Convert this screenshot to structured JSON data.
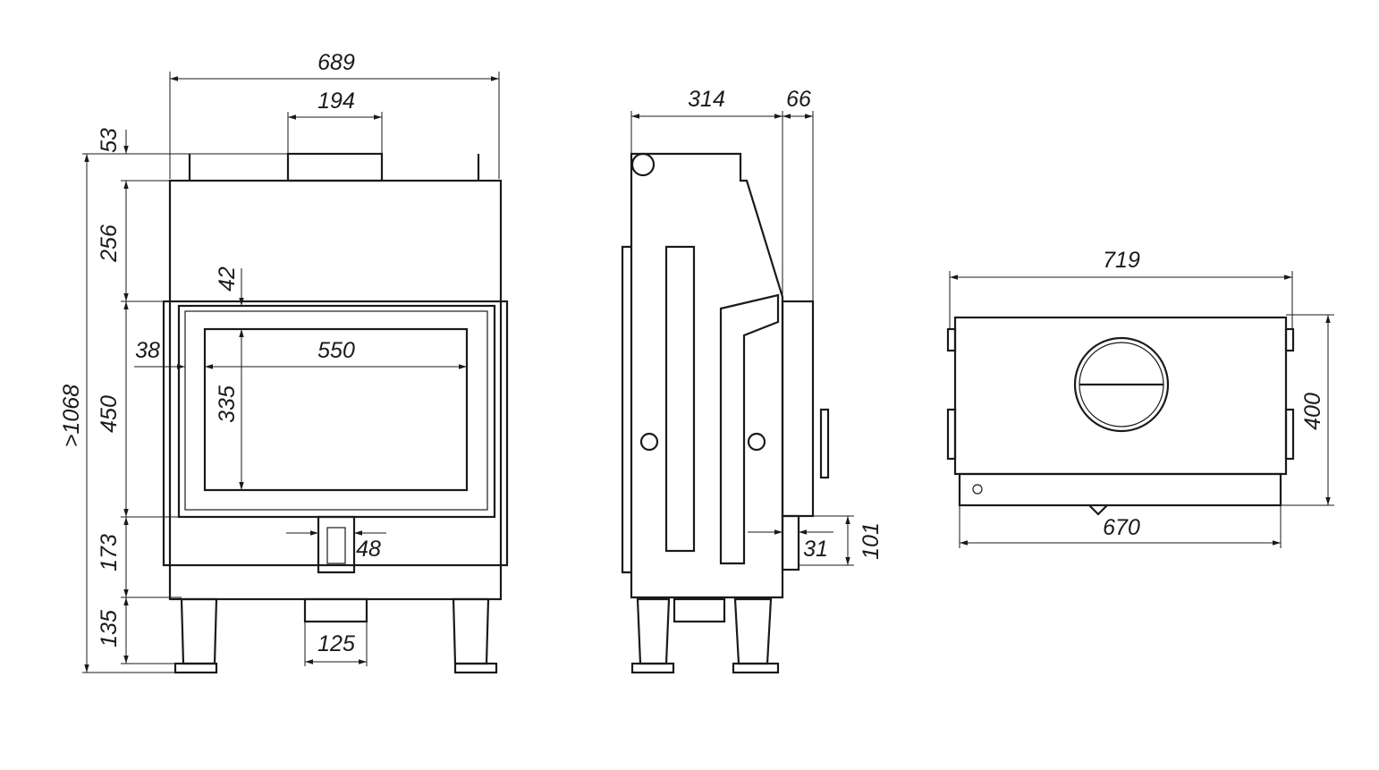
{
  "front_view": {
    "width_total": "689",
    "collar_width": "194",
    "top_offset": "53",
    "upper_height": "256",
    "frame_top": "42",
    "frame_side": "38",
    "glass_width": "550",
    "glass_height": "335",
    "total_height": ">1068",
    "door_height": "450",
    "lower_height": "173",
    "air_inlet": "48",
    "leg_height": "135",
    "bottom_outlet": "125"
  },
  "side_view": {
    "depth": "314",
    "door_depth": "66",
    "handle_offset": "31",
    "handle_height": "101"
  },
  "top_view": {
    "width_total": "719",
    "depth": "400",
    "body_width": "670"
  }
}
